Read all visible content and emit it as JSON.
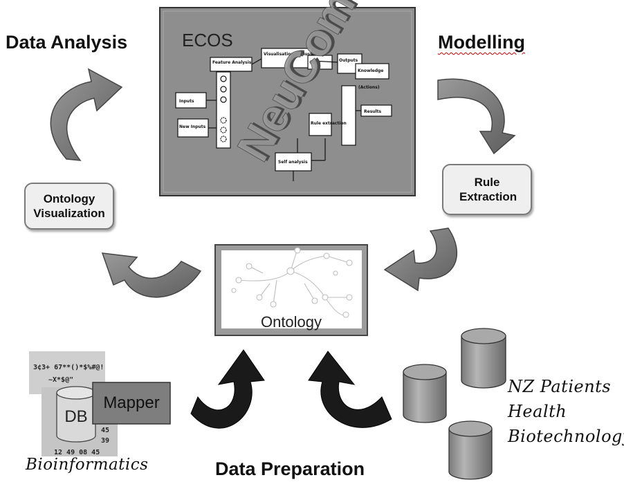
{
  "labels": {
    "data_analysis": "Data Analysis",
    "modelling": "Modelling",
    "data_preparation": "Data Preparation",
    "bioinformatics": "Bioinformatics"
  },
  "ecos": {
    "title": "ECOS",
    "watermark": "NeuCom",
    "nodes": {
      "feature": "Feature Analysis",
      "visual": "Visualisation & Clustering",
      "rule": "Rule",
      "outputs": "Outputs",
      "inputs": "Inputs",
      "new_inputs": "New Inputs",
      "self_analysis": "Self analysis",
      "knowledge": "Knowledge",
      "results": "Results",
      "actions": "(Actions)",
      "rule_extraction": "Rule extraction"
    }
  },
  "boxes": {
    "ontology_visualization": "Ontology Visualization",
    "rule_extraction": "Rule Extraction"
  },
  "ontology": {
    "label": "Ontology"
  },
  "bio": {
    "db_label": "DB",
    "mapper_label": "Mapper",
    "seq_line1": "3¢3+ 67**()*$%#@!",
    "seq_line2": "~X*$@\"",
    "seq_line3": "45",
    "seq_line4": "39",
    "seq_line5": "12 49 08 45"
  },
  "health": {
    "line1": "NZ Patients",
    "line2": "Health",
    "line3": "Biotechnology"
  }
}
